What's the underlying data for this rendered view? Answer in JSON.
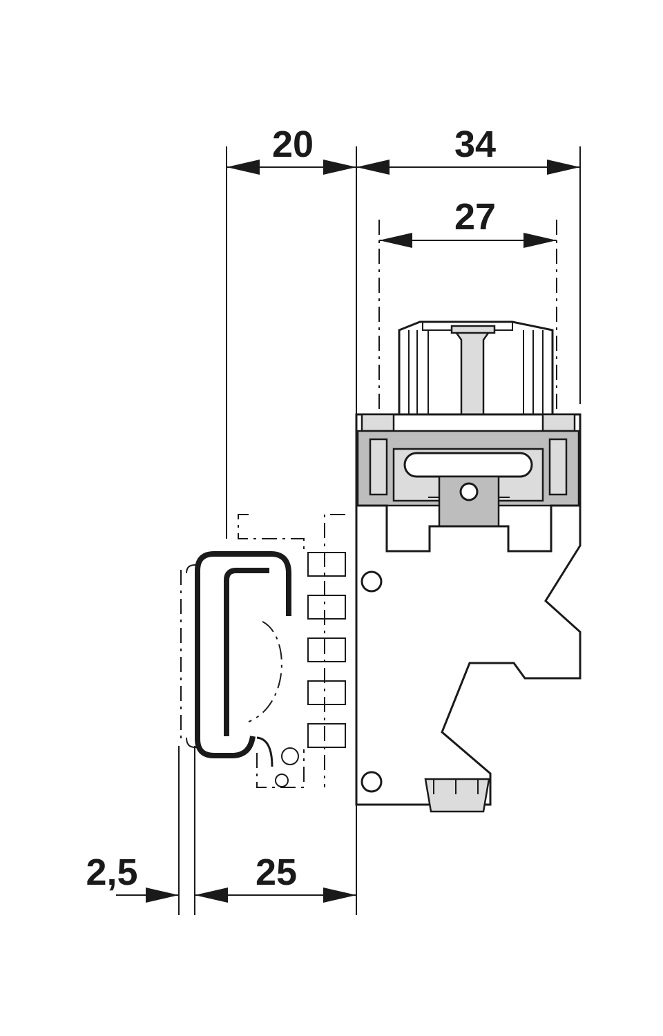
{
  "dimensions": {
    "top_left": "20",
    "top_right": "34",
    "top_inner": "27",
    "bottom_small": "2,5",
    "bottom_main": "25"
  },
  "colors": {
    "line": "#1a1a1a",
    "housing_fill": "#bdbdbd",
    "light_fill": "#dcdcdc",
    "background": "#ffffff"
  }
}
